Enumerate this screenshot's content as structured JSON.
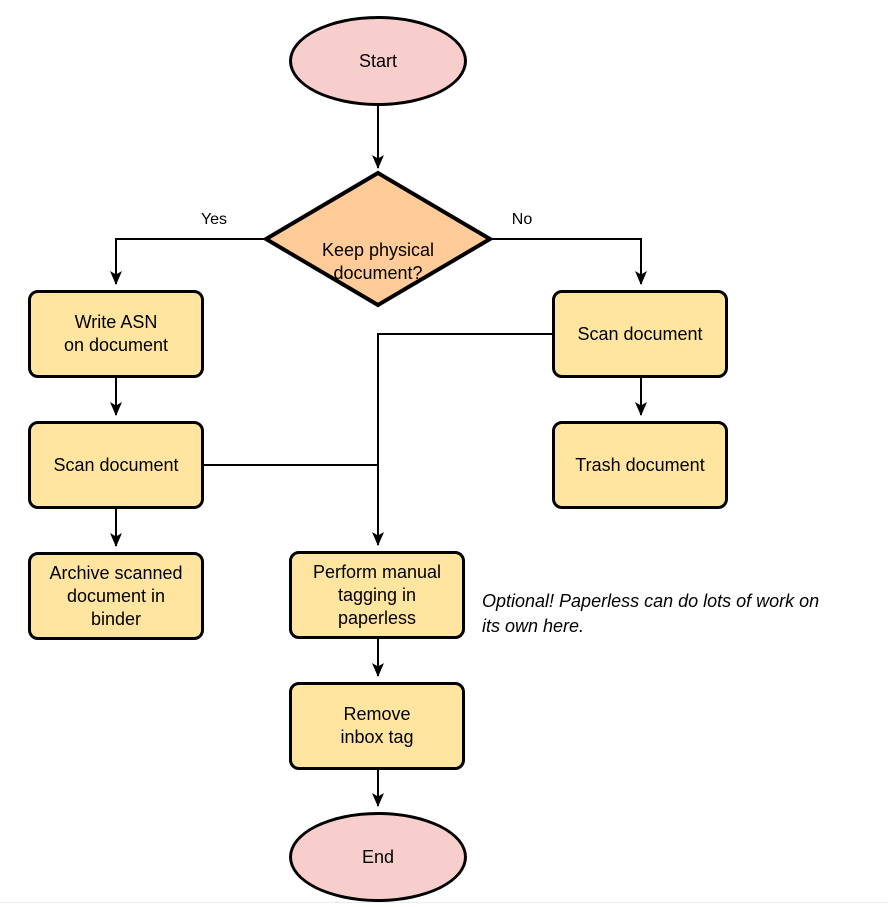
{
  "colors": {
    "terminal_fill": "#F8CECC",
    "decision_fill": "#FFCC99",
    "process_fill": "#FFE5A0",
    "stroke": "#000000"
  },
  "nodes": {
    "start": {
      "label": "Start"
    },
    "decision": {
      "label": "Keep physical\ndocument?"
    },
    "write_asn": {
      "label": "Write ASN\non document"
    },
    "scan_left": {
      "label": "Scan document"
    },
    "archive": {
      "label": "Archive scanned\ndocument in\nbinder"
    },
    "scan_right": {
      "label": "Scan document"
    },
    "trash": {
      "label": "Trash document"
    },
    "tagging": {
      "label": "Perform manual\ntagging in\npaperless"
    },
    "remove_inbox": {
      "label": "Remove\ninbox tag"
    },
    "end": {
      "label": "End"
    }
  },
  "edge_labels": {
    "yes": "Yes",
    "no": "No"
  },
  "annotation": {
    "text": "Optional! Paperless can do lots of work on\nits own here."
  }
}
